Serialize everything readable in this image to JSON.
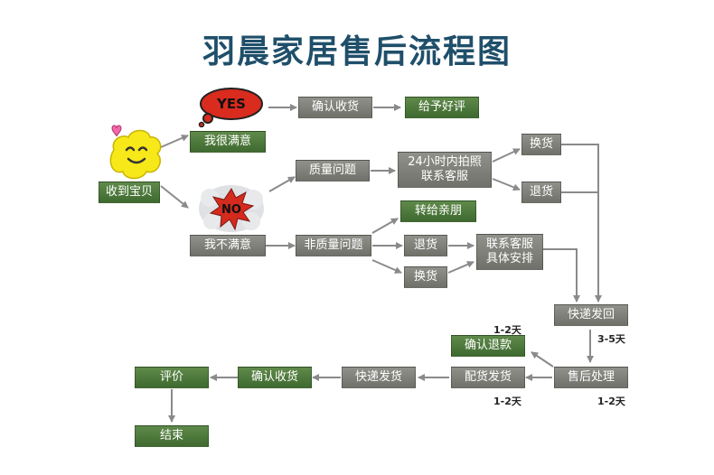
{
  "title": "羽晨家居售后流程图",
  "stickers": {
    "yes": "YES",
    "no": "NO"
  },
  "nodes": {
    "receive": "收到宝贝",
    "satisfied": "我很满意",
    "confirm_receipt_top": "确认收货",
    "good_review": "给予好评",
    "unsatisfied": "我不满意",
    "quality_issue": "质量问题",
    "service_24h": [
      "24小时内拍照",
      "联系客服"
    ],
    "exchange_top": "换货",
    "return_top": "退货",
    "non_quality_issue": "非质量问题",
    "gift_friend": "转给亲朋",
    "return_mid": "退货",
    "exchange_mid": "换货",
    "contact_arrange": [
      "联系客服",
      "具体安排"
    ],
    "ship_back": "快递发回",
    "after_sale": "售后处理",
    "confirm_refund": "确认退款",
    "ship_parts": "配货发货",
    "express_ship": "快递发货",
    "confirm_receipt_bottom": "确认收货",
    "review": "评价",
    "end": "结束"
  },
  "notes": {
    "refund_days": "1-2天",
    "return_days": "3-5天",
    "handle_days": "1-2天",
    "ship_days": "1-2天"
  },
  "colors": {
    "title": "#1f4f6a",
    "green_node": "#4a7438",
    "gray_node": "#7d7f78",
    "arrow": "#8a8a8a",
    "yes_cloud": "#d92b1e",
    "happy_face": "#f7e81a"
  }
}
